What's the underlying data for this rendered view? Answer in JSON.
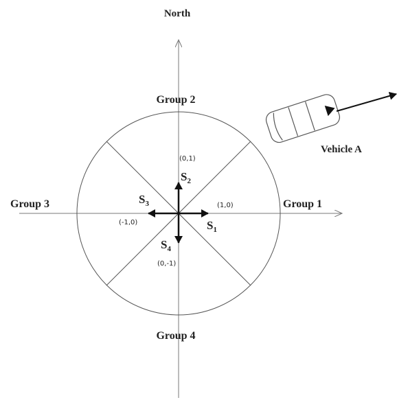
{
  "labels": {
    "north": "North",
    "group1": "Group 1",
    "group2": "Group 2",
    "group3": "Group 3",
    "group4": "Group 4",
    "vehicle": "Vehicle A"
  },
  "vectors": {
    "s1": {
      "symbol": "S",
      "sub": "1",
      "coord": "(1,0)"
    },
    "s2": {
      "symbol": "S",
      "sub": "2",
      "coord": "(0,1)"
    },
    "s3": {
      "symbol": "S",
      "sub": "3",
      "coord": "(-1,0)"
    },
    "s4": {
      "symbol": "S",
      "sub": "4",
      "coord": "(0,-1)"
    }
  },
  "colors": {
    "line": "#555555",
    "thin_line": "#777777",
    "arrow": "#111111",
    "text": "#222222"
  }
}
